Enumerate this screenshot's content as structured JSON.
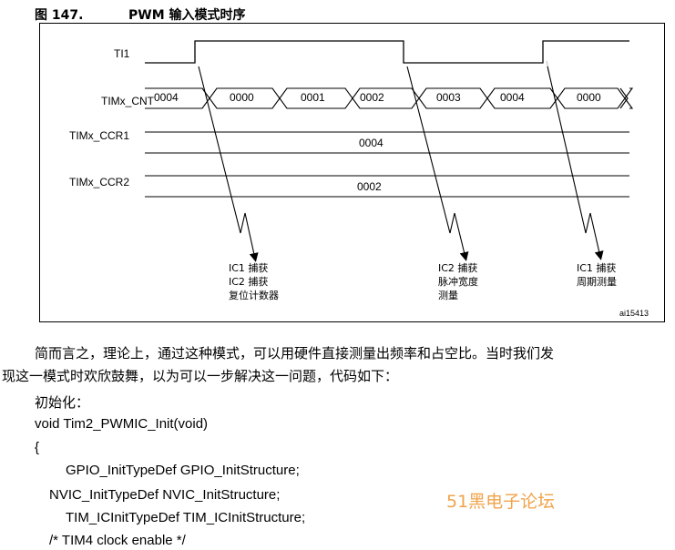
{
  "figure": {
    "number": "图 147.",
    "title": "PWM 输入模式时序",
    "id": "ai15413"
  },
  "signals": {
    "ti1": "TI1",
    "cnt": "TIMx_CNT",
    "ccr1": "TIMx_CCR1",
    "ccr2": "TIMx_CCR2"
  },
  "cnt_values": [
    "0004",
    "0000",
    "0001",
    "0002",
    "0003",
    "0004",
    "0000"
  ],
  "ccr1_value": "0004",
  "ccr2_value": "0002",
  "annotations": [
    {
      "lines": [
        "IC1 捕获",
        "IC2 捕获",
        "复位计数器"
      ]
    },
    {
      "lines": [
        "IC2 捕获",
        "脉冲宽度",
        "测量"
      ]
    },
    {
      "lines": [
        "IC1 捕获",
        "周期测量"
      ]
    }
  ],
  "paragraph": {
    "line1": "简而言之，理论上，通过这种模式，可以用硬件直接测量出频率和占空比。当时我们发",
    "line2": "现这一模式时欢欣鼓舞，以为可以一步解决这一问题，代码如下："
  },
  "code": {
    "init_label": "初始化：",
    "func": "void Tim2_PWMIC_Init(void)",
    "brace": "{",
    "l1": "GPIO_InitTypeDef GPIO_InitStructure;",
    "l2": "NVIC_InitTypeDef NVIC_InitStructure;",
    "l3": "TIM_ICInitTypeDef    TIM_ICInitStructure;",
    "l4": "/* TIM4 clock enable */"
  },
  "watermark": "51黑电子论坛"
}
